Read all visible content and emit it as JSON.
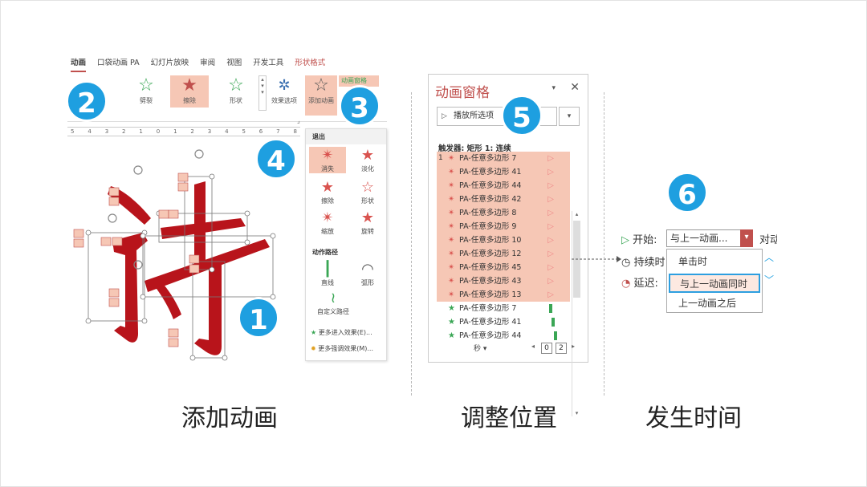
{
  "ribbon": {
    "tabs": [
      "动画",
      "口袋动画 PA",
      "幻灯片放映",
      "审阅",
      "视图",
      "开发工具",
      "形状格式"
    ],
    "buttons": {
      "split": "劈裂",
      "wipe": "擦除",
      "shape": "形状",
      "effect_options": "效果选项",
      "add_animation": "添加动画",
      "anim_pane": "动画窗格"
    }
  },
  "ruler": [
    "5",
    "4",
    "3",
    "2",
    "1",
    "0",
    "1",
    "2",
    "3",
    "4",
    "5",
    "6",
    "7",
    "8"
  ],
  "gallery": {
    "exit_header": "退出",
    "exit_items": [
      "消失",
      "淡化",
      "擦除",
      "形状",
      "缩放",
      "旋转"
    ],
    "path_header": "动作路径",
    "path_items": [
      "直线",
      "弧形",
      "自定义路径"
    ],
    "more_entrance": "更多进入效果(E)...",
    "more_emphasis": "更多强调效果(M)..."
  },
  "badges": [
    "1",
    "2",
    "3",
    "4",
    "5",
    "6"
  ],
  "pane": {
    "title": "动画窗格",
    "play_button": "播放所选项",
    "trigger": "触发器: 矩形 1: 连续",
    "first_number": "1",
    "rows_highlighted": [
      "PA-任意多边形 7",
      "PA-任意多边形 41",
      "PA-任意多边形 44",
      "PA-任意多边形 42",
      "PA-任意多边形 8",
      "PA-任意多边形 9",
      "PA-任意多边形 10",
      "PA-任意多边形 12",
      "PA-任意多边形 45",
      "PA-任意多边形 43",
      "PA-任意多边形 13"
    ],
    "rows_normal": [
      "PA-任意多边形 7",
      "PA-任意多边形 41",
      "PA-任意多边形 44"
    ],
    "seconds_label": "秒",
    "timeline_start": "0",
    "timeline_end": "2"
  },
  "timing": {
    "start_label": "开始:",
    "start_value": "与上一动画...",
    "trailing_text": "对动",
    "duration_label": "持续时",
    "delay_label": "延迟:",
    "options": [
      "单击时",
      "与上一动画同时",
      "上一动画之后"
    ]
  },
  "captions": [
    "添加动画",
    "调整位置",
    "发生时间"
  ],
  "colors": {
    "accent": "#c0504d",
    "badge": "#1e9fe0",
    "highlight": "#f6c7b5"
  }
}
